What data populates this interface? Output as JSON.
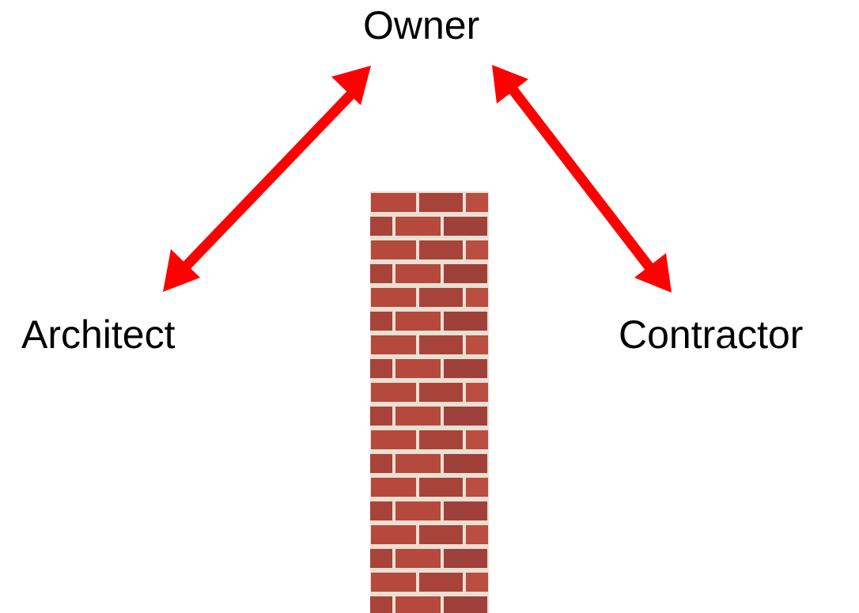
{
  "nodes": {
    "owner": "Owner",
    "architect": "Architect",
    "contractor": "Contractor"
  },
  "connections": [
    {
      "from": "owner",
      "to": "architect",
      "type": "bidirectional-arrow"
    },
    {
      "from": "owner",
      "to": "contractor",
      "type": "bidirectional-arrow"
    }
  ],
  "divider": {
    "type": "brick-wall",
    "between": [
      "architect",
      "contractor"
    ]
  },
  "colors": {
    "arrow": "#ff0000",
    "brick": "#b5493d",
    "brick_dark": "#9c3a30",
    "mortar": "#e8e0d2",
    "text": "#000000"
  }
}
